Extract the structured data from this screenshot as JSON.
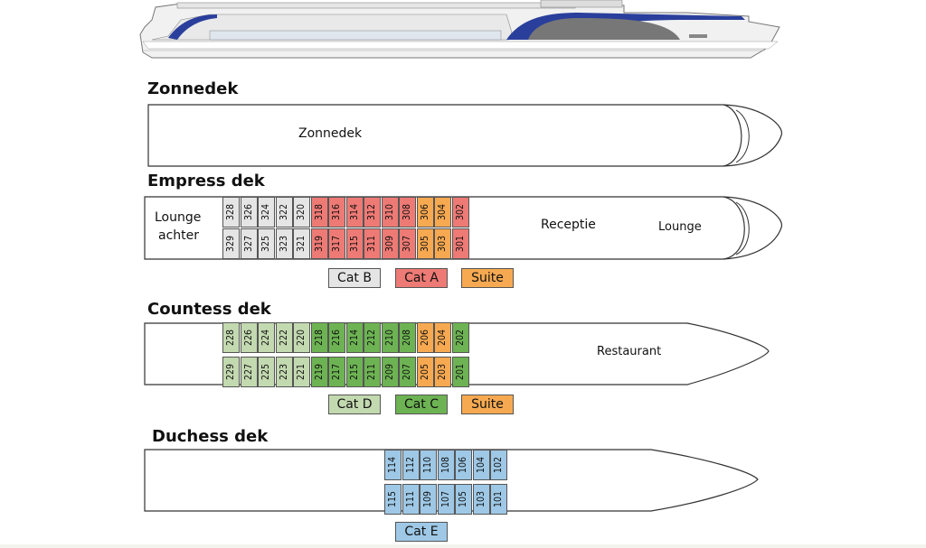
{
  "colors": {
    "cat_a": "#ee7a75",
    "cat_b": "#e5e5e5",
    "cat_c": "#6db353",
    "cat_d": "#c3d9b0",
    "cat_e": "#9ec8e6",
    "suite": "#f7a951",
    "outline": "#555555",
    "ship_blue": "#2a3f9c"
  },
  "decks": {
    "zonnedek": {
      "title": "Zonnedek",
      "area_label": "Zonnedek"
    },
    "empress": {
      "title": "Empress dek",
      "lounge_aft_line1": "Lounge",
      "lounge_aft_line2": "achter",
      "reception_label": "Receptie",
      "lounge_label": "Lounge",
      "cabins_top": [
        {
          "number": "328",
          "cat": "cat_b"
        },
        {
          "number": "326",
          "cat": "cat_b"
        },
        {
          "number": "324",
          "cat": "cat_b"
        },
        {
          "number": "322",
          "cat": "cat_b"
        },
        {
          "number": "320",
          "cat": "cat_b"
        },
        {
          "number": "318",
          "cat": "cat_a"
        },
        {
          "number": "316",
          "cat": "cat_a"
        },
        {
          "number": "314",
          "cat": "cat_a"
        },
        {
          "number": "312",
          "cat": "cat_a"
        },
        {
          "number": "310",
          "cat": "cat_a"
        },
        {
          "number": "308",
          "cat": "cat_a"
        },
        {
          "number": "306",
          "cat": "suite"
        },
        {
          "number": "304",
          "cat": "suite"
        },
        {
          "number": "302",
          "cat": "cat_a"
        }
      ],
      "cabins_bottom": [
        {
          "number": "329",
          "cat": "cat_b"
        },
        {
          "number": "327",
          "cat": "cat_b"
        },
        {
          "number": "325",
          "cat": "cat_b"
        },
        {
          "number": "323",
          "cat": "cat_b"
        },
        {
          "number": "321",
          "cat": "cat_b"
        },
        {
          "number": "319",
          "cat": "cat_a"
        },
        {
          "number": "317",
          "cat": "cat_a"
        },
        {
          "number": "315",
          "cat": "cat_a"
        },
        {
          "number": "311",
          "cat": "cat_a"
        },
        {
          "number": "309",
          "cat": "cat_a"
        },
        {
          "number": "307",
          "cat": "cat_a"
        },
        {
          "number": "305",
          "cat": "suite"
        },
        {
          "number": "303",
          "cat": "suite"
        },
        {
          "number": "301",
          "cat": "cat_a"
        }
      ],
      "legend": [
        {
          "label": "Cat B",
          "cat": "cat_b"
        },
        {
          "label": "Cat A",
          "cat": "cat_a"
        },
        {
          "label": "Suite",
          "cat": "suite"
        }
      ]
    },
    "countess": {
      "title": "Countess dek",
      "restaurant_label": "Restaurant",
      "cabins_top": [
        {
          "number": "228",
          "cat": "cat_d"
        },
        {
          "number": "226",
          "cat": "cat_d"
        },
        {
          "number": "224",
          "cat": "cat_d"
        },
        {
          "number": "222",
          "cat": "cat_d"
        },
        {
          "number": "220",
          "cat": "cat_d"
        },
        {
          "number": "218",
          "cat": "cat_c"
        },
        {
          "number": "216",
          "cat": "cat_c"
        },
        {
          "number": "214",
          "cat": "cat_c"
        },
        {
          "number": "212",
          "cat": "cat_c"
        },
        {
          "number": "210",
          "cat": "cat_c"
        },
        {
          "number": "208",
          "cat": "cat_c"
        },
        {
          "number": "206",
          "cat": "suite"
        },
        {
          "number": "204",
          "cat": "suite"
        },
        {
          "number": "202",
          "cat": "cat_c"
        }
      ],
      "cabins_bottom": [
        {
          "number": "229",
          "cat": "cat_d"
        },
        {
          "number": "227",
          "cat": "cat_d"
        },
        {
          "number": "225",
          "cat": "cat_d"
        },
        {
          "number": "223",
          "cat": "cat_d"
        },
        {
          "number": "221",
          "cat": "cat_d"
        },
        {
          "number": "219",
          "cat": "cat_c"
        },
        {
          "number": "217",
          "cat": "cat_c"
        },
        {
          "number": "215",
          "cat": "cat_c"
        },
        {
          "number": "211",
          "cat": "cat_c"
        },
        {
          "number": "209",
          "cat": "cat_c"
        },
        {
          "number": "207",
          "cat": "cat_c"
        },
        {
          "number": "205",
          "cat": "suite"
        },
        {
          "number": "203",
          "cat": "suite"
        },
        {
          "number": "201",
          "cat": "cat_c"
        }
      ],
      "legend": [
        {
          "label": "Cat D",
          "cat": "cat_d"
        },
        {
          "label": "Cat C",
          "cat": "cat_c"
        },
        {
          "label": "Suite",
          "cat": "suite"
        }
      ]
    },
    "duchess": {
      "title": "Duchess dek",
      "cabins_top": [
        {
          "number": "114",
          "cat": "cat_e"
        },
        {
          "number": "112",
          "cat": "cat_e"
        },
        {
          "number": "110",
          "cat": "cat_e"
        },
        {
          "number": "108",
          "cat": "cat_e"
        },
        {
          "number": "106",
          "cat": "cat_e"
        },
        {
          "number": "104",
          "cat": "cat_e"
        },
        {
          "number": "102",
          "cat": "cat_e"
        }
      ],
      "cabins_bottom": [
        {
          "number": "115",
          "cat": "cat_e"
        },
        {
          "number": "111",
          "cat": "cat_e"
        },
        {
          "number": "109",
          "cat": "cat_e"
        },
        {
          "number": "107",
          "cat": "cat_e"
        },
        {
          "number": "105",
          "cat": "cat_e"
        },
        {
          "number": "103",
          "cat": "cat_e"
        },
        {
          "number": "101",
          "cat": "cat_e"
        }
      ],
      "legend": [
        {
          "label": "Cat E",
          "cat": "cat_e"
        }
      ]
    }
  }
}
